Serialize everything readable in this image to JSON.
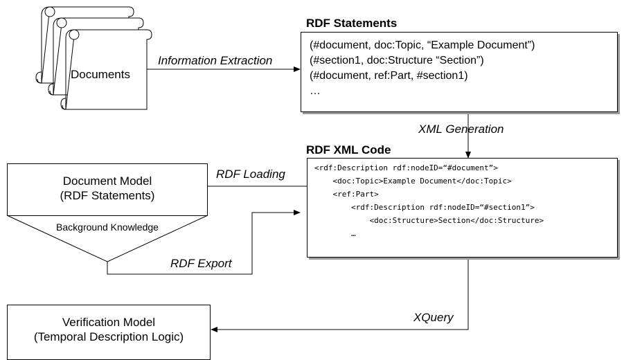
{
  "documents": {
    "label": "Documents"
  },
  "rdf_statements": {
    "title": "RDF Statements",
    "lines": [
      "(#document, doc:Topic, “Example Document”)",
      "(#section1, doc:Structure “Section”)",
      "(#document, ref:Part, #section1)",
      "…"
    ]
  },
  "rdf_xml": {
    "title": "RDF XML Code",
    "lines": [
      "<rdf:Description rdf:nodeID=“#document”>",
      "    <doc:Topic>Example Document</doc:Topic>",
      "    <ref:Part>",
      "        <rdf:Description rdf:nodeID=“#section1”>",
      "            <doc:Structure>Section</doc:Structure>",
      "        …"
    ]
  },
  "document_model": {
    "line1": "Document Model",
    "line2": "(RDF Statements)"
  },
  "background_knowledge": {
    "label": "Background Knowledge"
  },
  "verification_model": {
    "line1": "Verification Model",
    "line2": "(Temporal Description Logic)"
  },
  "edges": {
    "information_extraction": "Information Extraction",
    "xml_generation": "XML Generation",
    "rdf_loading": "RDF Loading",
    "rdf_export": "RDF Export",
    "xquery": "XQuery"
  }
}
